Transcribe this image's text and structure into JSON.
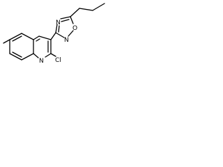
{
  "molecule": {
    "atom_labels": {
      "oxygen": "O",
      "ring_nitrogen_top": "N",
      "ring_nitrogen_bottom": "N",
      "quinoline_nitrogen": "N",
      "chlorine": "Cl"
    }
  },
  "colors": {
    "bond": "#000000",
    "text": "#000000",
    "background": "#ffffff"
  }
}
